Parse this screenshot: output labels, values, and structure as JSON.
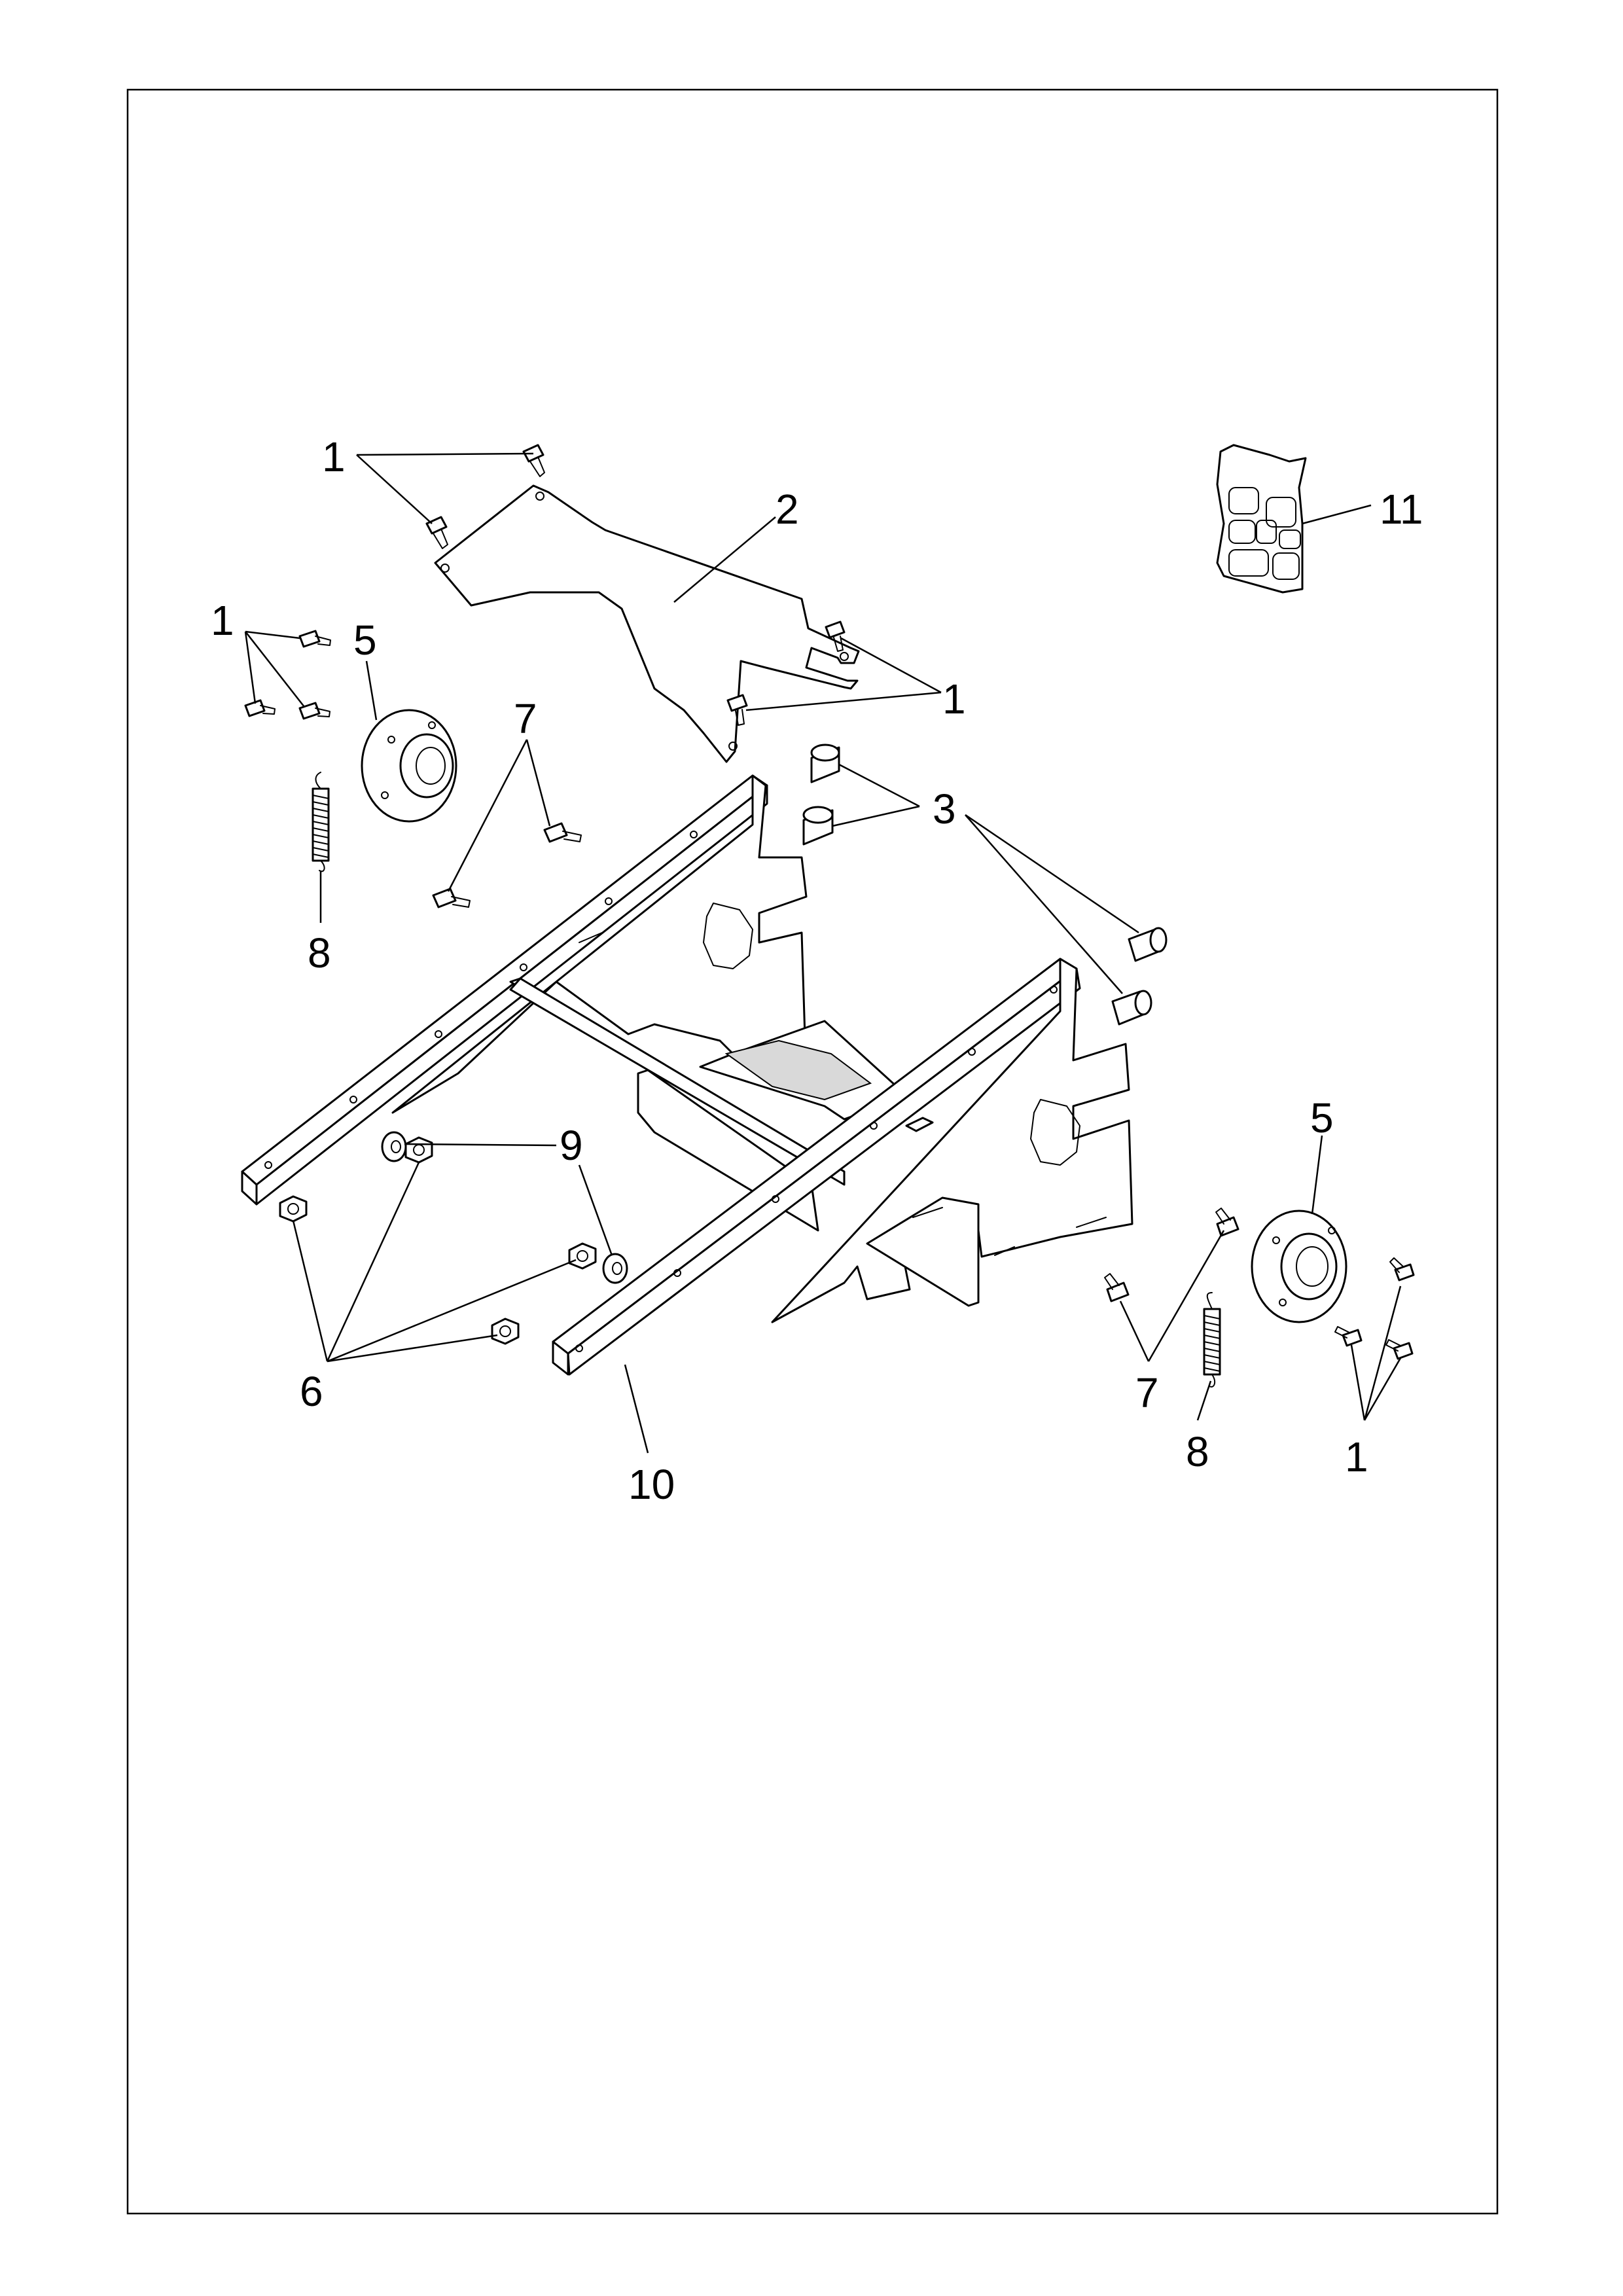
{
  "callouts": {
    "c1_top": "1",
    "c2": "2",
    "c1_left": "1",
    "c5_left": "5",
    "c7_upper": "7",
    "c1_right_upper": "1",
    "c3": "3",
    "c11": "11",
    "c8_left": "8",
    "c9": "9",
    "c5_right": "5",
    "c6": "6",
    "c10": "10",
    "c7_lower": "7",
    "c8_right": "8",
    "c1_bottom_right": "1"
  }
}
